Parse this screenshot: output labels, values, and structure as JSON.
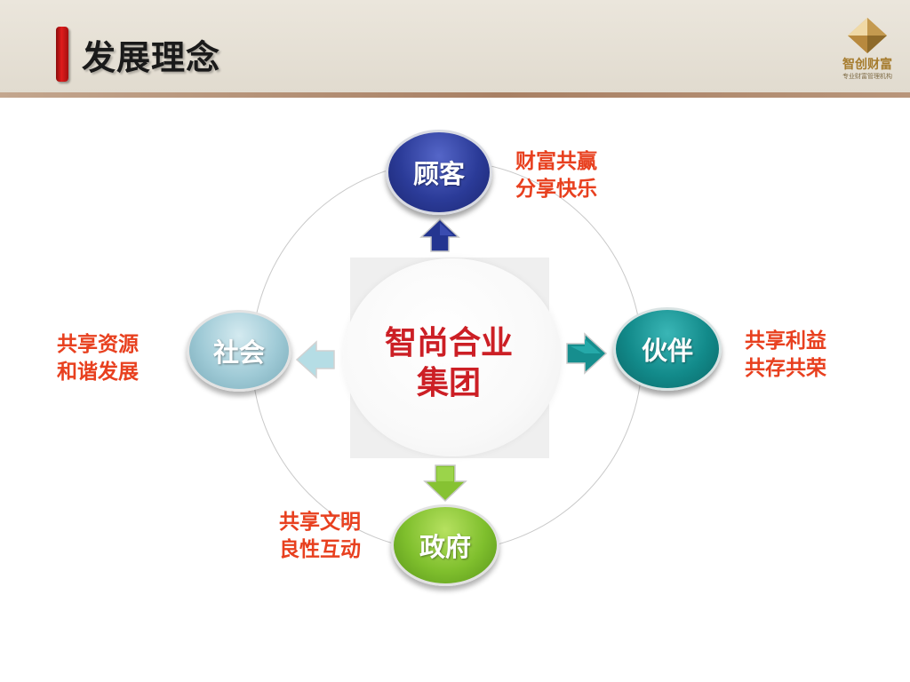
{
  "header": {
    "title": "发展理念",
    "logo": {
      "name": "智创财富",
      "tagline": "专业财富管理机构"
    }
  },
  "diagram": {
    "center": {
      "line1": "智尚合业",
      "line2": "集团"
    },
    "nodes": {
      "customer": {
        "label": "顾客",
        "desc_line1": "财富共赢",
        "desc_line2": "分享快乐",
        "color": "#2b3b98"
      },
      "partner": {
        "label": "伙伴",
        "desc_line1": "共享利益",
        "desc_line2": "共存共荣",
        "color": "#128a8a"
      },
      "society": {
        "label": "社会",
        "desc_line1": "共享资源",
        "desc_line2": "和谐发展",
        "color": "#9fcad6"
      },
      "government": {
        "label": "政府",
        "desc_line1": "共享文明",
        "desc_line2": "良性互动",
        "color": "#7fbf2d"
      }
    },
    "center_text_color": "#cc1f25",
    "desc_color": "#e8401f"
  }
}
